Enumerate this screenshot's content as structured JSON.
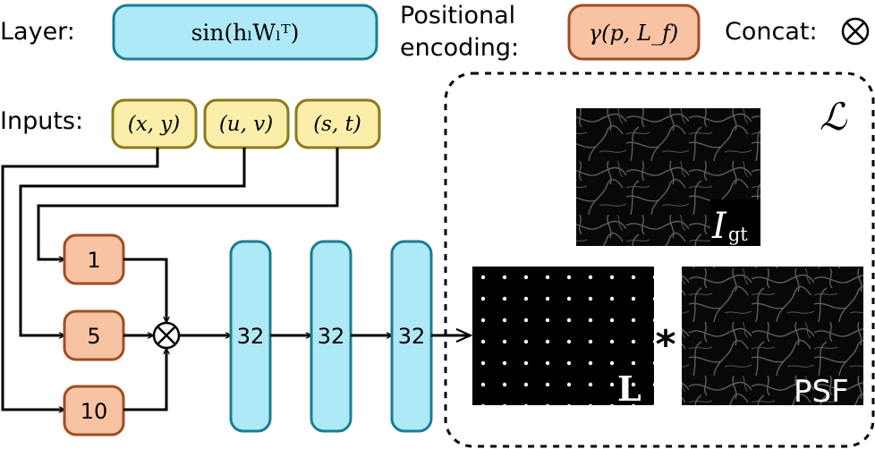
{
  "legend": {
    "layer_label": "Layer:",
    "layer_box": "sin(hₗWₗᵀ)",
    "posenc_label_1": "Positional",
    "posenc_label_2": "encoding:",
    "posenc_box": "γ(p, L_f)",
    "concat_label": "Concat:",
    "concat_symbol": "⊗"
  },
  "inputs": {
    "label": "Inputs:",
    "items": [
      "(x, y)",
      "(u, v)",
      "(s, t)"
    ]
  },
  "encodings": [
    "1",
    "5",
    "10"
  ],
  "layers": [
    "32",
    "32",
    "32"
  ],
  "loss": {
    "symbol": "ℒ",
    "gt_label": "I",
    "gt_sub": "gt",
    "l_label": "L",
    "psf_label": "PSF",
    "conv_symbol": "*"
  },
  "colors": {
    "layer_fill": "#aee9f8",
    "layer_stroke": "#1b7d93",
    "pe_fill": "#f8c3a3",
    "pe_stroke": "#a04d22",
    "input_fill": "#fbeeaa",
    "input_stroke": "#8a7a1a"
  }
}
